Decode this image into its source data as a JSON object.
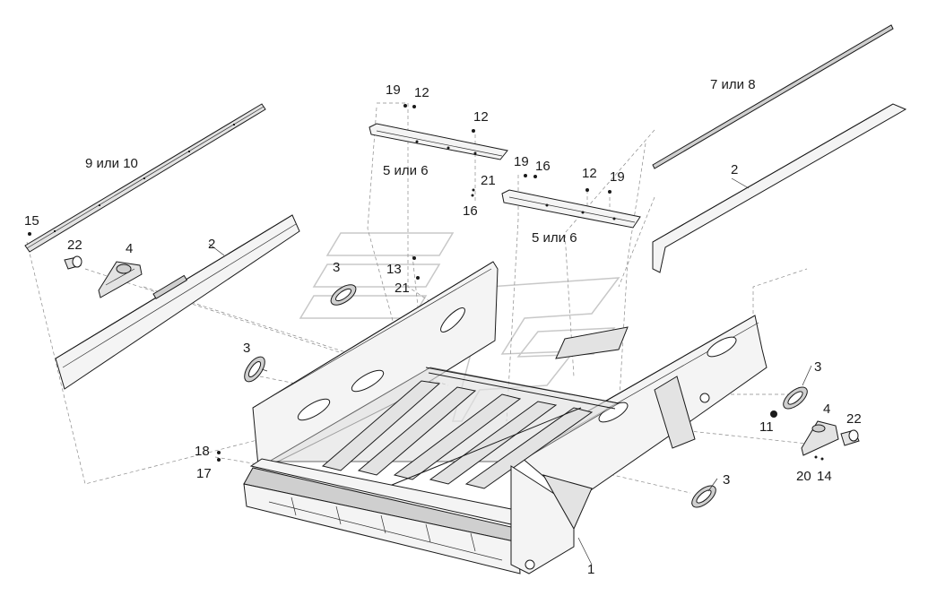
{
  "diagram": {
    "callouts": {
      "c1": "1",
      "c2a": "2",
      "c2b": "2",
      "c3a": "3",
      "c3b": "3",
      "c3c": "3",
      "c3d": "3",
      "c4a": "4",
      "c4b": "4",
      "c5a": "5 или 6",
      "c5b": "5 или 6",
      "c7": "7 или 8",
      "c9": "9 или 10",
      "c11": "11",
      "c12a": "12",
      "c12b": "12",
      "c12c": "12",
      "c13": "13",
      "c14": "14",
      "c15": "15",
      "c16a": "16",
      "c16b": "16",
      "c17": "17",
      "c18": "18",
      "c19a": "19",
      "c19b": "19",
      "c19c": "19",
      "c20": "20",
      "c21a": "21",
      "c21b": "21",
      "c22a": "22",
      "c22b": "22"
    }
  }
}
